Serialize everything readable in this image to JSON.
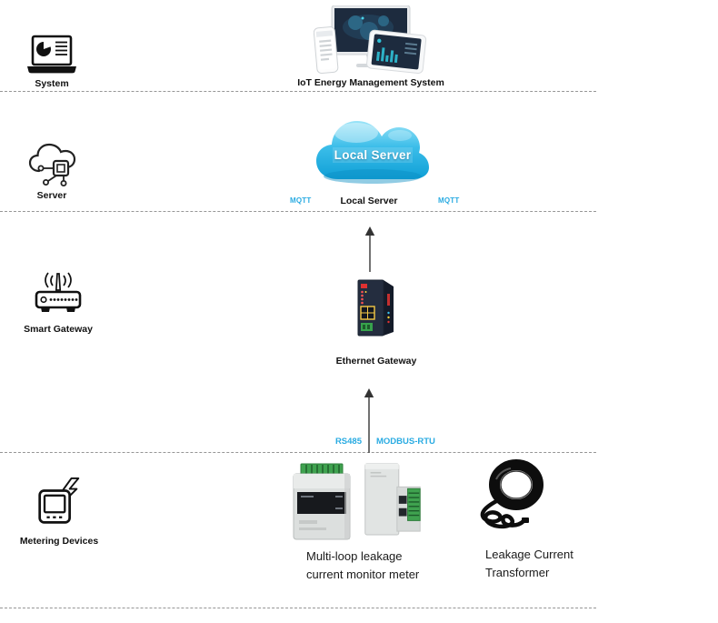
{
  "layers": {
    "system": {
      "left_label": "System",
      "center_label": "IoT Energy Management System"
    },
    "server": {
      "left_label": "Server",
      "cloud_text": "Local Server",
      "caption": "Local Server",
      "mqtt_left": "MQTT",
      "mqtt_right": "MQTT"
    },
    "gateway": {
      "left_label": "Smart Gateway",
      "device_caption": "Ethernet Gateway",
      "bus_left": "RS485",
      "bus_right": "MODBUS-RTU"
    },
    "metering": {
      "left_label": "Metering Devices",
      "meter_caption_line1": "Multi-loop leakage",
      "meter_caption_line2": "current monitor meter",
      "ct_caption_line1": "Leakage Current",
      "ct_caption_line2": "Transformer"
    }
  },
  "icons": {
    "system": "laptop-chart-icon",
    "center_system": "dashboard-devices-image",
    "server": "cloud-network-icon",
    "gateway": "wifi-router-icon",
    "center_gateway": "industrial-gateway-image",
    "metering": "energy-meter-icon",
    "meter_photo": "din-rail-meter-image",
    "ct_photo": "current-transformer-image",
    "arrows": "up-arrow"
  },
  "colors": {
    "protocol_label": "#29abe2",
    "separator": "#969696",
    "cloud_top": "#9ae4f8",
    "cloud_bottom": "#0f9fd6",
    "screen_dark": "#1d2b3e",
    "text": "#1a1a1a"
  }
}
